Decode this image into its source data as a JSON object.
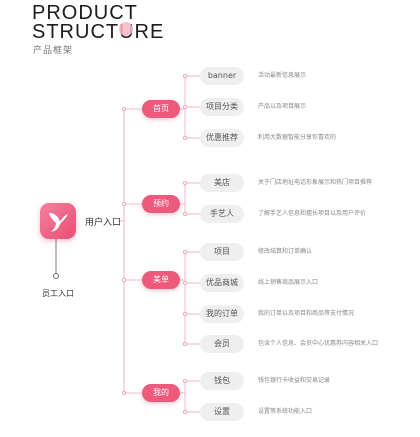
{
  "header": {
    "title_line1": "PRODUCT",
    "title_line2": "STRUCTURE",
    "subtitle": "产品框架"
  },
  "app": {
    "entry_label": "用户入口",
    "staff_label": "员工入口"
  },
  "branches": [
    {
      "label": "首页",
      "items": [
        {
          "label": "banner",
          "desc": "活动最新信息展示"
        },
        {
          "label": "项目分类",
          "desc": "产品以及项目展示"
        },
        {
          "label": "优惠推荐",
          "desc": "利用大数据智能分享你喜欢的"
        }
      ]
    },
    {
      "label": "预约",
      "items": [
        {
          "label": "美店",
          "desc": "关于门店地址电话形象展示和热门项目推荐"
        },
        {
          "label": "手艺人",
          "desc": "了解手艺人信息和擅长项目以及用户评价"
        }
      ]
    },
    {
      "label": "美单",
      "items": [
        {
          "label": "项目",
          "desc": "修改结算和订单确认"
        },
        {
          "label": "优品商城",
          "desc": "线上销售商品展示入口"
        },
        {
          "label": "我的订单",
          "desc": "我的订单以及项目和商品等支付情况"
        },
        {
          "label": "会员",
          "desc": "包含个人信息、会员中心优惠券内容相关入口"
        }
      ]
    },
    {
      "label": "我的",
      "items": [
        {
          "label": "钱包",
          "desc": "钱包银行卡收益和交易记录"
        },
        {
          "label": "设置",
          "desc": "设置等系统功能入口"
        }
      ]
    }
  ],
  "colors": {
    "accent": "#ec5a7c",
    "line": "#f0a6b8",
    "chip_bg": "#efefef"
  }
}
